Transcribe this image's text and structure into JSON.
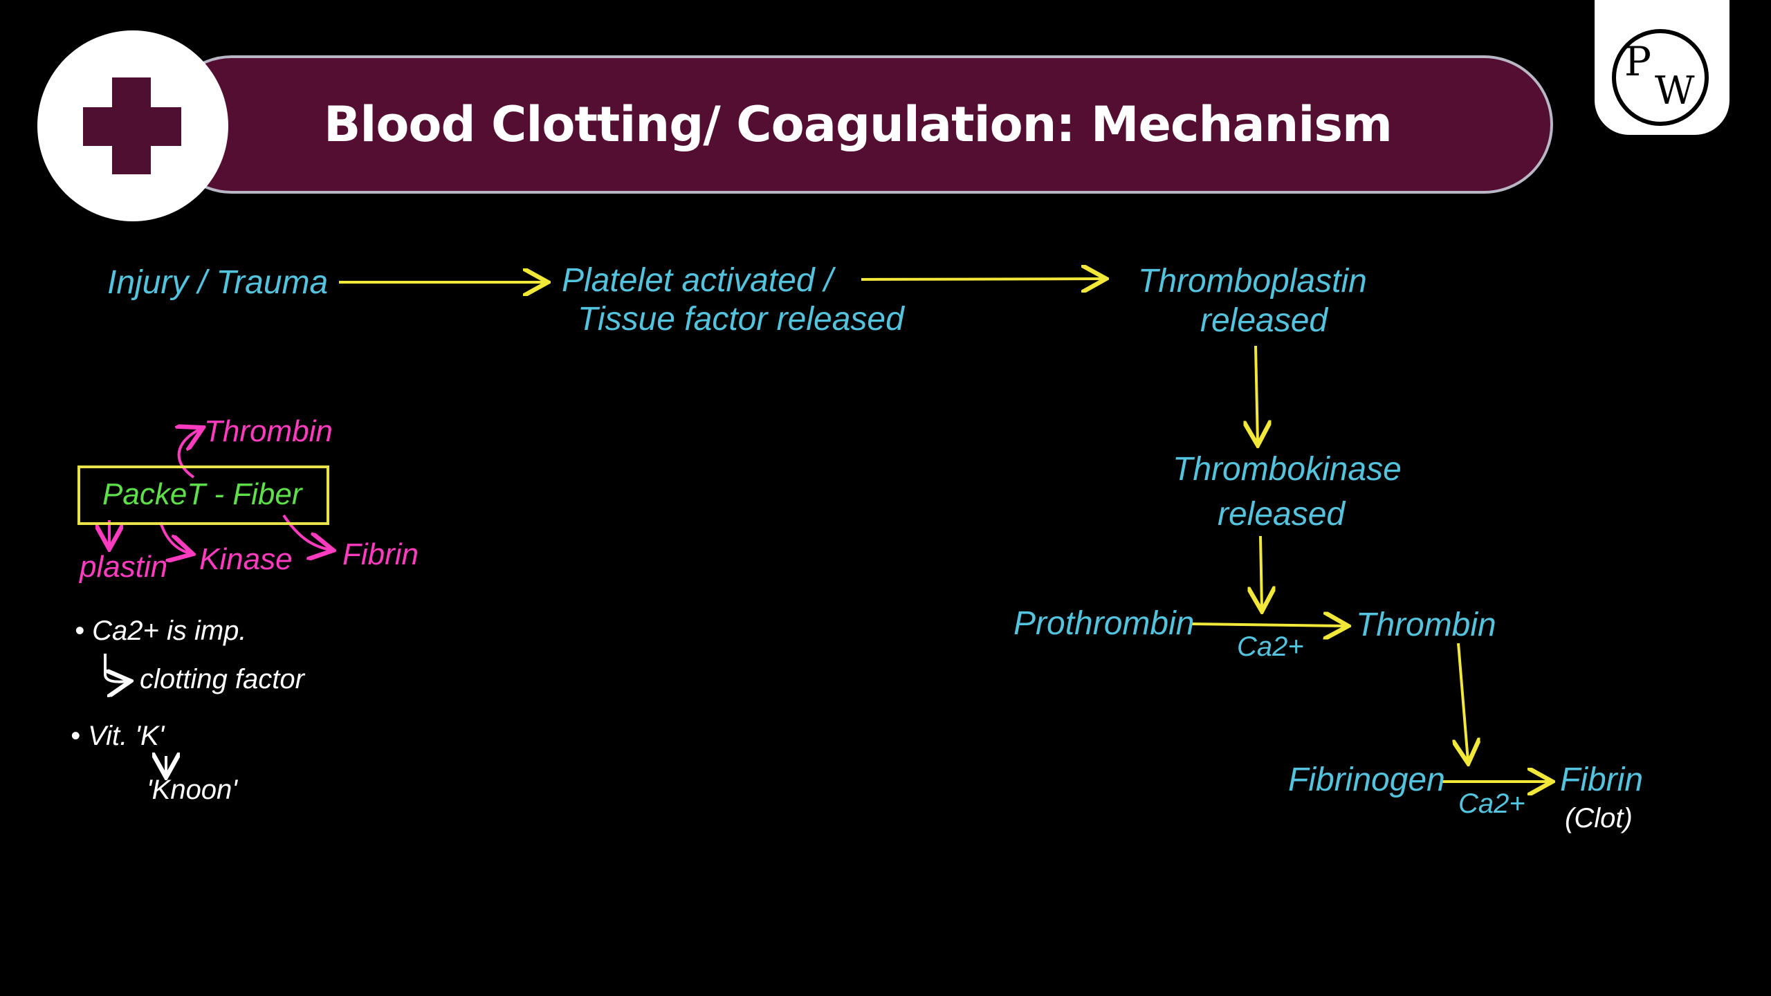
{
  "header": {
    "title": "Blood Clotting/ Coagulation: Mechanism",
    "icon": "medical-plus-icon",
    "logo": "PW"
  },
  "flow": {
    "injury": "Injury / Trauma",
    "platelet_line1": "Platelet activated /",
    "platelet_line2": "Tissue factor released",
    "thromboplastin_line1": "Thromboplastin",
    "thromboplastin_line2": "released",
    "thrombokinase_line1": "Thrombokinase",
    "thrombokinase_line2": "released",
    "prothrombin": "Prothrombin",
    "ca_1": "Ca2+",
    "thrombin": "Thrombin",
    "fibrinogen": "Fibrinogen",
    "ca_2": "Ca2+",
    "fibrin": "Fibrin",
    "clot": "(Clot)"
  },
  "mnemonic": {
    "thrombin": "Thrombin",
    "packet_fiber": "PackeT - Fiber",
    "plastin": "plastin",
    "kinase": "Kinase",
    "fibrin": "Fibrin"
  },
  "notes": {
    "bullet_1": "Ca2+ is imp.",
    "bullet_1_sub": "clotting factor",
    "bullet_2": "Vit. 'K'",
    "bullet_2_sub": "'Knoon'"
  },
  "colors": {
    "banner": "#530e32",
    "flow_text": "#54c3de",
    "arrow": "#f2e83a",
    "mnemonic_pink": "#ff3cc0",
    "mnemonic_green": "#5fe04a"
  }
}
